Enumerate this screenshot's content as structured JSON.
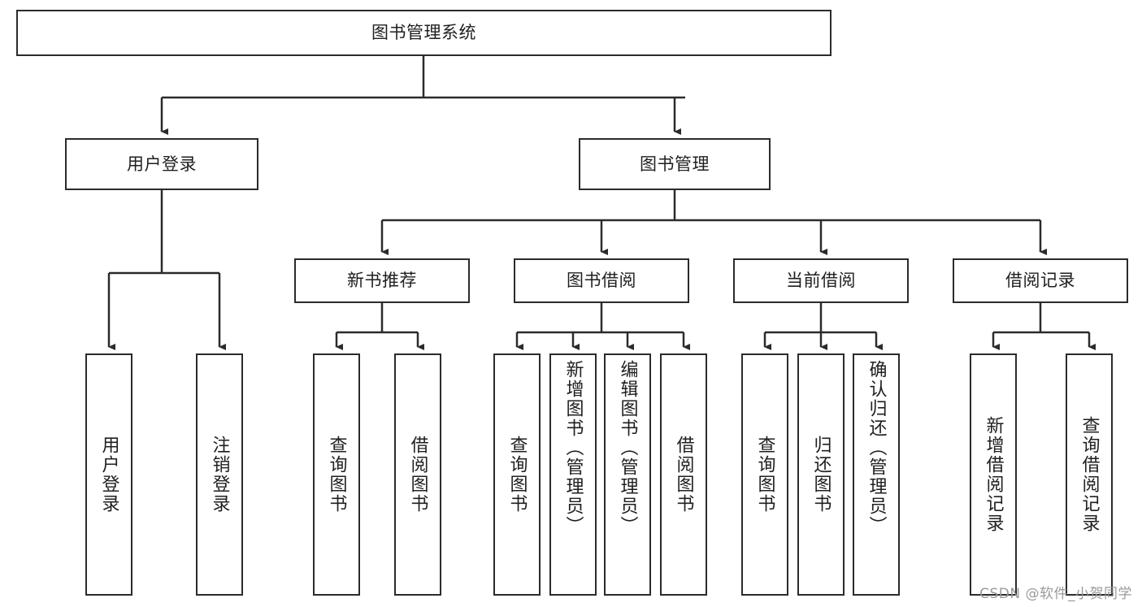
{
  "diagram": {
    "type": "tree",
    "title": "图书管理系统",
    "colors": {
      "box_border": "#2b2b2b",
      "box_fill": "#ffffff",
      "edge": "#2b2b2b",
      "text": "#1f1f1f",
      "watermark": "#9a9a9a",
      "background": "#ffffff"
    },
    "root": {
      "label": "图书管理系统"
    },
    "level2": [
      {
        "label": "用户登录"
      },
      {
        "label": "图书管理"
      }
    ],
    "level3": [
      {
        "label": "新书推荐"
      },
      {
        "label": "图书借阅"
      },
      {
        "label": "当前借阅"
      },
      {
        "label": "借阅记录"
      }
    ],
    "leaves": {
      "user_login": [
        {
          "label": "用户登录"
        },
        {
          "label": "注销登录"
        }
      ],
      "new_book": [
        {
          "label": "查询图书"
        },
        {
          "label": "借阅图书"
        }
      ],
      "book_borrow": [
        {
          "label": "查询图书"
        },
        {
          "label": "新增图书（管理员）"
        },
        {
          "label": "编辑图书（管理员）"
        },
        {
          "label": "借阅图书"
        }
      ],
      "current_borrow": [
        {
          "label": "查询图书"
        },
        {
          "label": "归还图书"
        },
        {
          "label": "确认归还（管理员）"
        }
      ],
      "borrow_record": [
        {
          "label": "新增借阅记录"
        },
        {
          "label": "查询借阅记录"
        }
      ]
    }
  },
  "watermark": {
    "text": "CSDN @软件_小贺同学"
  }
}
